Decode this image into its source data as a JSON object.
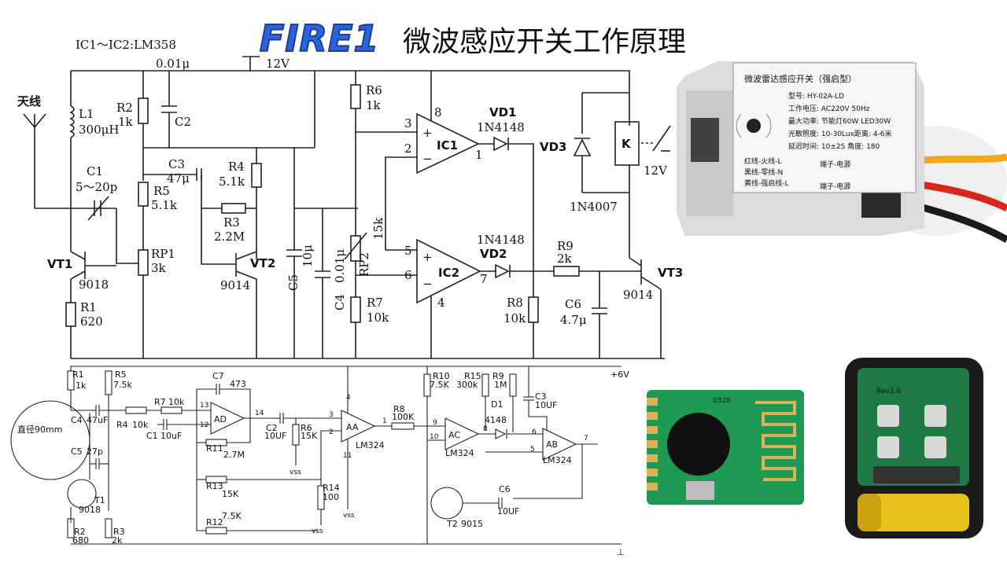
{
  "header": {
    "brand": "FIRE1",
    "title": "微波感应开关工作原理"
  },
  "top_schematic": {
    "ic_note": "IC1～IC2:LM358",
    "supply": "12V",
    "antenna": "天线",
    "L1": "L1",
    "L1_value": "300μH",
    "C1": "C1",
    "C1_value": "5～20p",
    "VT1": "VT1",
    "VT1_part": "9018",
    "R1": "R1",
    "R1_value": "620",
    "R2": "R2",
    "R2_value": "1k",
    "C2": "C2",
    "C2_value": "0.01μ",
    "R5": "R5",
    "R5_value": "5.1k",
    "RP1": "RP1",
    "RP1_value": "3k",
    "C3": "C3",
    "C3_value": "47μ",
    "R4": "R4",
    "R4_value": "5.1k",
    "R3": "R3",
    "R3_value": "2.2M",
    "VT2": "VT2",
    "VT2_part": "9014",
    "C5": "C5",
    "C5_value": "10μ",
    "C4": "C4",
    "C4_value": "0.01μ",
    "R6": "R6",
    "R6_value": "1k",
    "RP2": "RP2",
    "RP2_value": "15k",
    "R7": "R7",
    "R7_value": "10k",
    "IC1": "IC1",
    "IC2": "IC2",
    "pin3": "3",
    "pin2": "2",
    "pin8": "8",
    "pin1": "1",
    "pin5": "5",
    "pin6": "6",
    "pin7": "7",
    "pin4": "4",
    "VD1": "VD1",
    "VD1_part": "1N4148",
    "VD2": "VD2",
    "VD2_part": "1N4148",
    "R8": "R8",
    "R8_value": "10k",
    "R9": "R9",
    "R9_value": "2k",
    "C6": "C6",
    "C6_value": "4.7μ",
    "VD3": "VD3",
    "VD3_part": "1N4007",
    "K": "K",
    "relay_v": "12V",
    "VT3": "VT3",
    "VT3_part": "9014"
  },
  "product_photo": {
    "title": "微波雷达感应开关（强启型）",
    "specs": [
      "型号: HY-02A-LD",
      "工作电压: AC220V 50Hz",
      "最大功率: 节能灯60W LED30W",
      "光敏照度: 10-30Lux距离: 4-6米",
      "延迟时间: 10±2S 角度: 180"
    ],
    "wires": [
      "红线-火线-L",
      "黑线-零线-N",
      "黄线-强启线-L"
    ],
    "terminal": "端子-电源",
    "wire_colors": [
      "#f2a81d",
      "#d9261c",
      "#1a1a1a"
    ]
  },
  "bottom_schematic": {
    "vcc": "+6V",
    "R1": "R1",
    "R1_value": "1k",
    "R5": "R5",
    "R5_value": "7.5k",
    "C7": "C7",
    "C7_value": "473",
    "R7": "R7",
    "R7_value": "10k",
    "C4": "C4",
    "C4_value": "47uF",
    "R4": "R4",
    "R4_value": "10k",
    "C1": "C1",
    "C1_value": "10uF",
    "diameter": "直径90mm",
    "C5": "C5",
    "C5_value": "27p",
    "T1": "T1",
    "T1_part": "9018",
    "R2": "R2",
    "R2_value": "680",
    "R3": "R3",
    "R3_value": "2k",
    "AD": "AD",
    "R11": "R11",
    "R11_value": "2.7M",
    "R13": "R13",
    "R13_value": "15K",
    "R12": "R12",
    "R12_value": "7.5K",
    "C2": "C2",
    "C2_value": "10UF",
    "R6": "R6",
    "R6_value": "15K",
    "R14": "R14",
    "R14_value": "100",
    "AA": "AA",
    "AA_part": "LM324",
    "R8": "R8",
    "R8_value": "100K",
    "R10": "R10",
    "R10_value": "7.5K",
    "R15": "R15",
    "R15_value": "300k",
    "R9": "R9",
    "R9_value": "1M",
    "C3": "C3",
    "C3_value": "10UF",
    "D1": "D1",
    "D1_part": "4148",
    "AC": "AC",
    "AC_part": "LM324",
    "AB": "AB",
    "AB_part": "LM324",
    "T2": "T2",
    "T2_part": "9015",
    "C6": "C6",
    "C6_value": "10UF",
    "vss": "vss",
    "p13": "13",
    "p12": "12",
    "p14": "14",
    "p3": "3",
    "p2": "2",
    "p1": "1",
    "p4": "4",
    "p11": "11",
    "p9": "9",
    "p10": "10",
    "p8": "8",
    "p6": "6",
    "p5": "5",
    "p7": "7"
  },
  "module_photo": {
    "marking": "0328"
  },
  "remote_photo": {
    "marking": "Rev2.0"
  }
}
